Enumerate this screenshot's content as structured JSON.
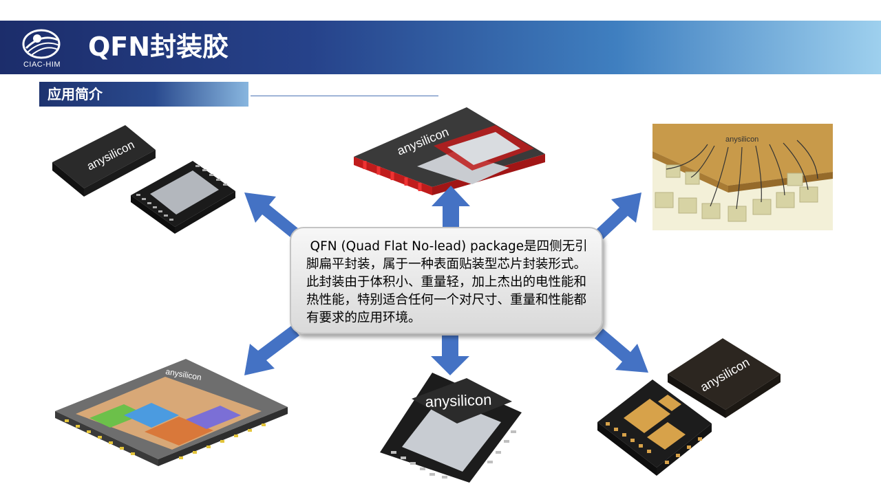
{
  "header": {
    "logo_text": "CIAC-HIM",
    "title": "QFN封装胶"
  },
  "section": {
    "label": "应用简介"
  },
  "description": {
    "text": "QFN (Quad Flat No-lead) package是四侧无引脚扁平封装，属于一种表面贴装型芯片封装形式。此封装由于体积小、重量轻，加上杰出的电性能和热性能，特别适合任何一个对尺寸、重量和性能都有要求的应用环境。"
  },
  "images": {
    "brand": "anysilicon"
  },
  "colors": {
    "header_dark": "#1c2d6b",
    "header_light": "#9ed0ee",
    "arrow": "#4472c4"
  }
}
